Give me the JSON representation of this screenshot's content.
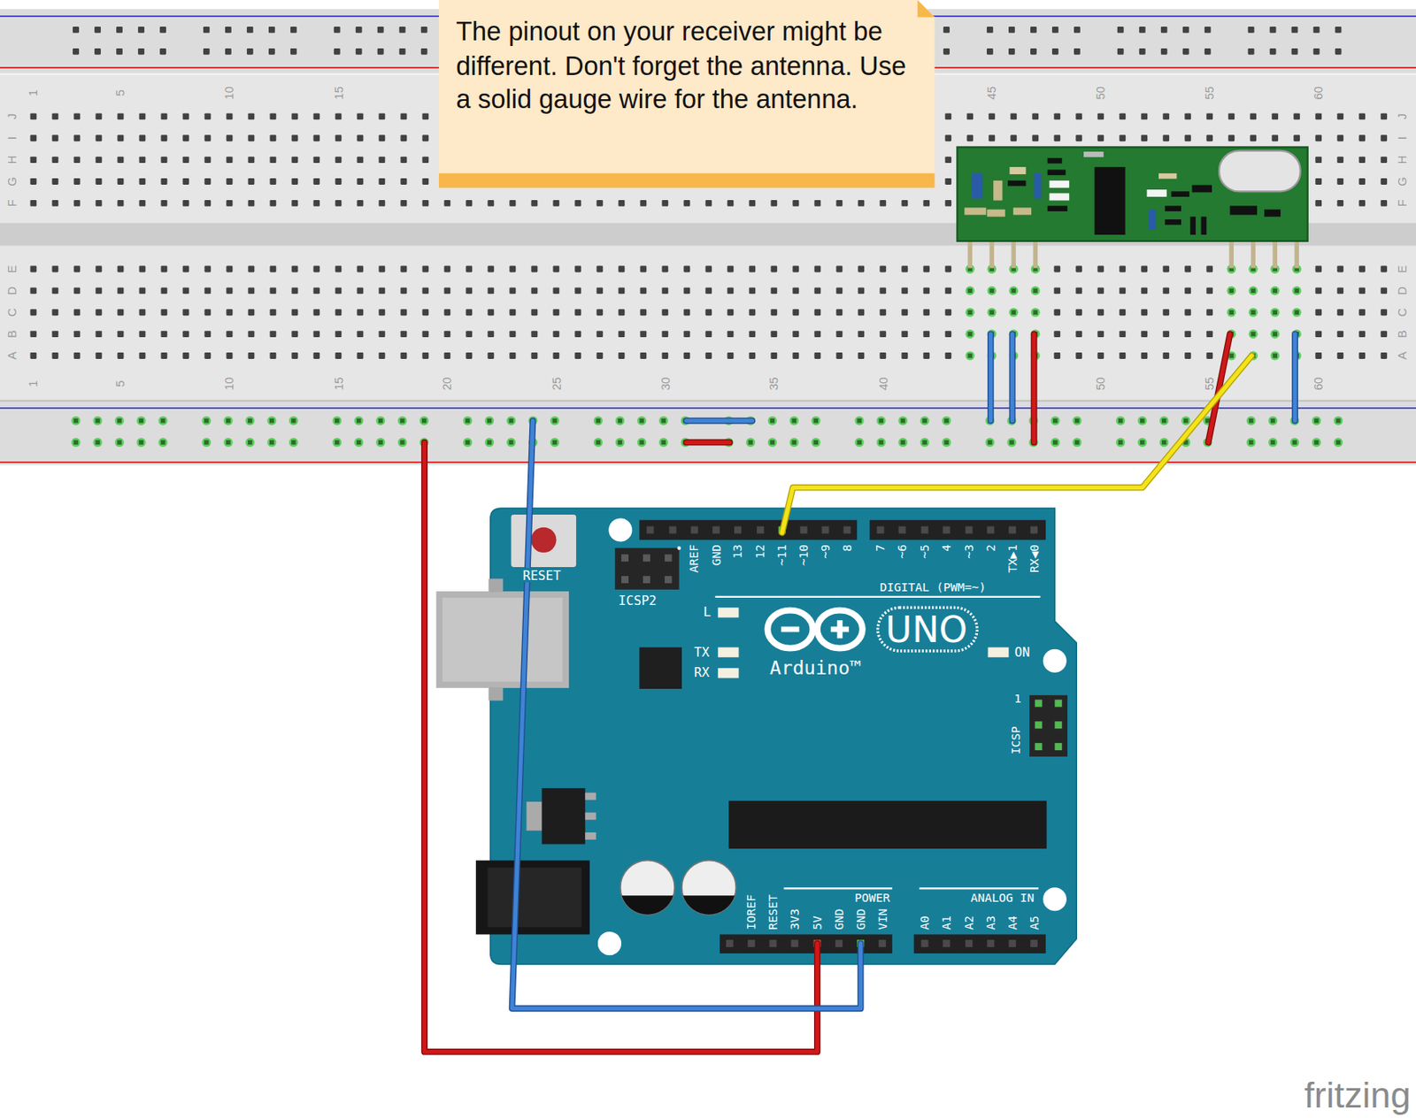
{
  "diagram": {
    "nodes": [
      {
        "text": [
          "The pinout on your receiver might be different. Don't forget the antenna. Use a solid gauge wire for the antenna."
        ]
      },
      {
        "text": [
          "RESET",
          "AREF",
          "GND",
          "13",
          "12",
          "~11",
          "~10",
          "~9",
          "8",
          "7",
          "~6",
          "~5",
          "4",
          "~3",
          "2",
          "TX▶1",
          "RX◀0",
          "ICSP2",
          "DIGITAL (PWM=~)",
          "L",
          "UNO",
          "ON",
          "TX",
          "RX",
          "Arduino™",
          "1",
          "ICSP",
          "POWER",
          "ANALOG IN",
          "IOREF",
          "RESET",
          "3V3",
          "5V",
          "GND",
          "GND",
          "VIN",
          "A0",
          "A1",
          "A2",
          "A3",
          "A4",
          "A5"
        ]
      }
    ],
    "labels": [
      "1",
      "5",
      "10",
      "15",
      "45",
      "50",
      "55",
      "60",
      "1",
      "5",
      "10",
      "15",
      "20",
      "25",
      "30",
      "35",
      "40",
      "50",
      "55",
      "60",
      "J",
      "I",
      "H",
      "G",
      "F",
      "E",
      "D",
      "C",
      "B",
      "A",
      "J",
      "I",
      "H",
      "G",
      "F",
      "E",
      "D",
      "C",
      "B",
      "A",
      "fritzing"
    ]
  }
}
